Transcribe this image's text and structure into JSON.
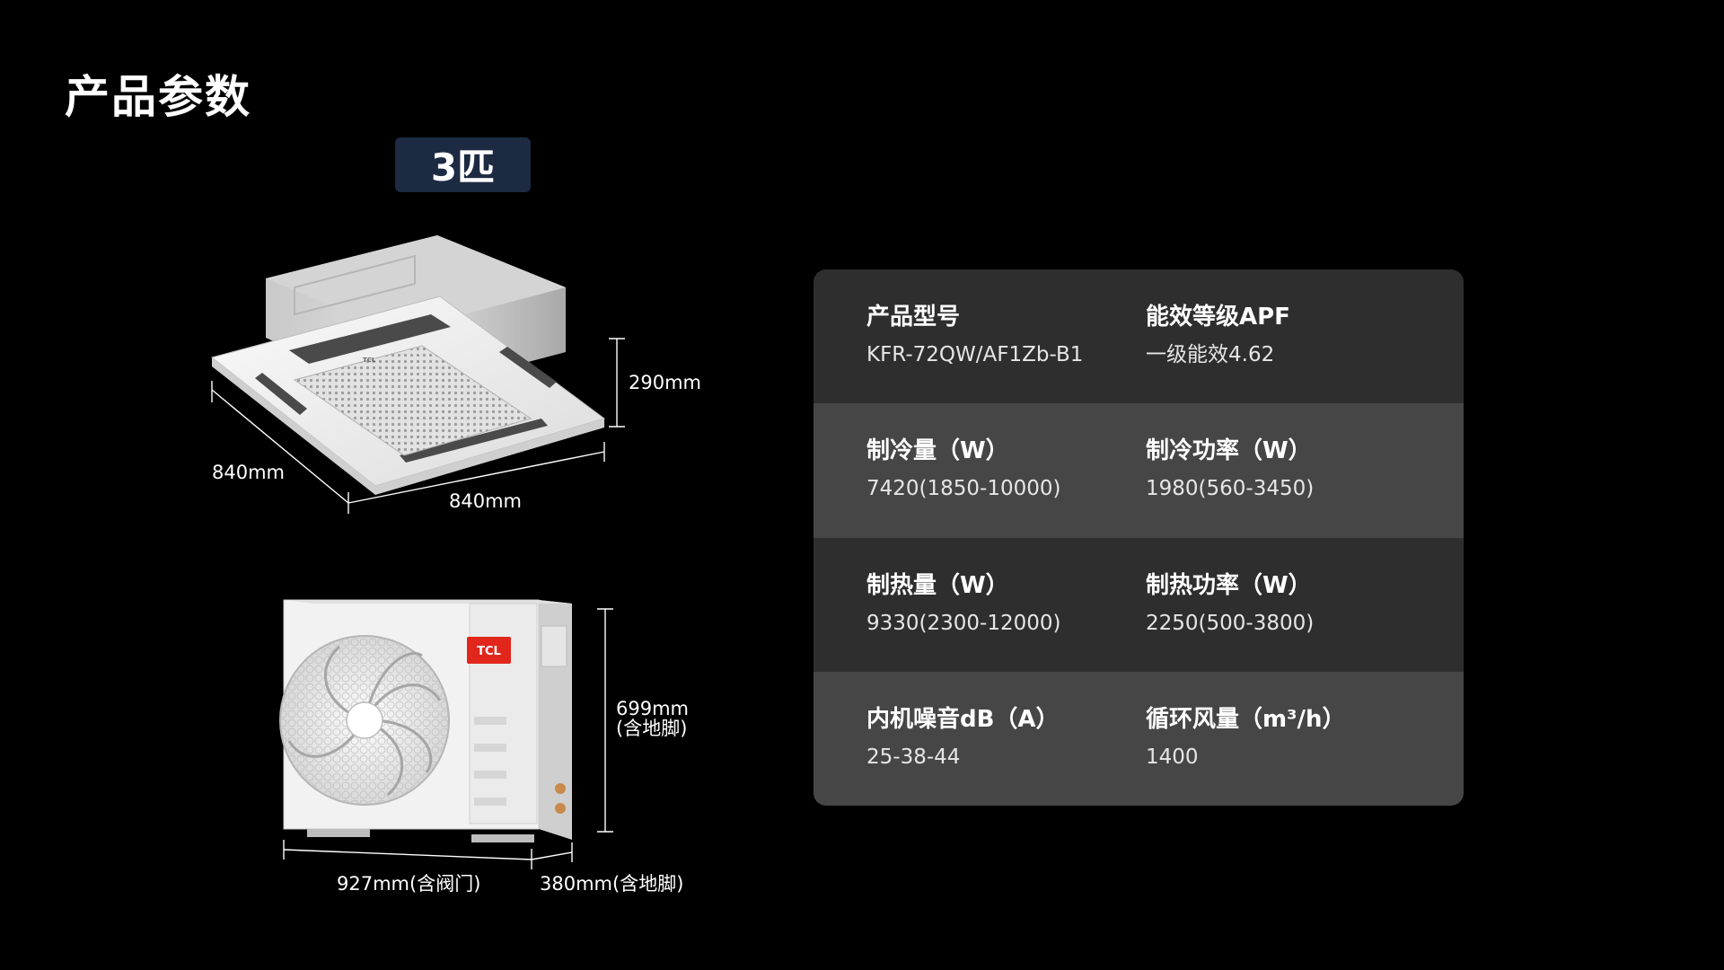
{
  "page": {
    "title": "产品参数",
    "capacity_badge": "3匹"
  },
  "indoor_unit": {
    "dimensions": {
      "height": "290mm",
      "width_left": "840mm",
      "width_front": "840mm"
    },
    "panel_logo": "TCL"
  },
  "outdoor_unit": {
    "logo": "TCL",
    "dimensions": {
      "height": "699mm",
      "height_note": "(含地脚)",
      "width": "927mm(含阀门)",
      "depth": "380mm(含地脚)"
    }
  },
  "specs": [
    {
      "left": {
        "label": "产品型号",
        "value": "KFR-72QW/AF1Zb-B1"
      },
      "right": {
        "label": "能效等级APF",
        "value": "一级能效4.62"
      }
    },
    {
      "left": {
        "label": "制冷量（W）",
        "value": "7420(1850-10000)"
      },
      "right": {
        "label": "制冷功率（W）",
        "value": "1980(560-3450)"
      }
    },
    {
      "left": {
        "label": "制热量（W）",
        "value": "9330(2300-12000)"
      },
      "right": {
        "label": "制热功率（W）",
        "value": "2250(500-3800)"
      }
    },
    {
      "left": {
        "label": "内机噪音dB（A）",
        "value": "25-38-44"
      },
      "right": {
        "label": "循环风量（m³/h）",
        "value": "1400"
      }
    }
  ],
  "colors": {
    "background": "#000000",
    "badge": "#1c2a42",
    "row_dark": "#2e2e2e",
    "row_light": "#464646",
    "brand_red": "#e1261c"
  }
}
